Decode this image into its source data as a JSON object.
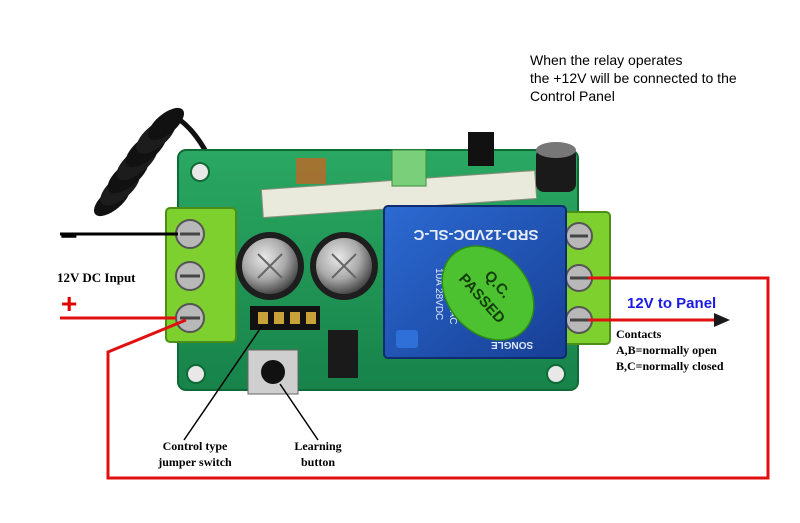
{
  "note": {
    "line1": "When the relay operates",
    "line2": "the +12V will be connected to the",
    "line3": "Control Panel"
  },
  "input": {
    "label": "12V DC Input",
    "minus": "−",
    "plus": "+"
  },
  "output": {
    "label": "12V to Panel"
  },
  "contacts": {
    "title": "Contacts",
    "line1": "A,B=normally open",
    "line2": "B,C=normally closed"
  },
  "jumper": {
    "line1": "Control type",
    "line2": "jumper switch"
  },
  "learning": {
    "line1": "Learning",
    "line2": "button"
  },
  "relay": {
    "model": "SRD-12VDC-SL-C",
    "rating1": "10A 250VAC",
    "rating2": "10A 28VDC",
    "brand": "SONGLE"
  },
  "sticker": {
    "line1": "Q.C.",
    "line2": "PASSED"
  },
  "colors": {
    "board": "#1f9a55",
    "wire_positive": "#e01010",
    "wire_negative": "#000000",
    "relay": "#1d55b8",
    "sticker": "#4cc230",
    "terminal": "#7ed02e",
    "arrow": "#1a1ae6"
  }
}
